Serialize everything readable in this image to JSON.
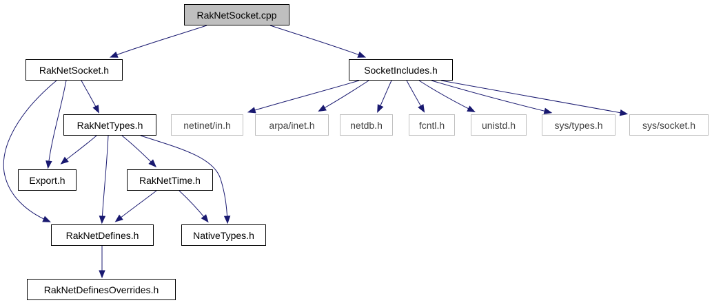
{
  "graph": {
    "nodes": [
      {
        "id": "root",
        "label": "RakNetSocket.cpp",
        "style": "root"
      },
      {
        "id": "raknetsocket_h",
        "label": "RakNetSocket.h",
        "style": "normal"
      },
      {
        "id": "socketincludes_h",
        "label": "SocketIncludes.h",
        "style": "normal"
      },
      {
        "id": "raknettypes_h",
        "label": "RakNetTypes.h",
        "style": "normal"
      },
      {
        "id": "export_h",
        "label": "Export.h",
        "style": "normal"
      },
      {
        "id": "raknettime_h",
        "label": "RakNetTime.h",
        "style": "normal"
      },
      {
        "id": "raknetdefines_h",
        "label": "RakNetDefines.h",
        "style": "normal"
      },
      {
        "id": "nativetypes_h",
        "label": "NativeTypes.h",
        "style": "normal"
      },
      {
        "id": "raknetdefinesoverrides_h",
        "label": "RakNetDefinesOverrides.h",
        "style": "normal"
      },
      {
        "id": "netinet_in_h",
        "label": "netinet/in.h",
        "style": "external"
      },
      {
        "id": "arpa_inet_h",
        "label": "arpa/inet.h",
        "style": "external"
      },
      {
        "id": "netdb_h",
        "label": "netdb.h",
        "style": "external"
      },
      {
        "id": "fcntl_h",
        "label": "fcntl.h",
        "style": "external"
      },
      {
        "id": "unistd_h",
        "label": "unistd.h",
        "style": "external"
      },
      {
        "id": "sys_types_h",
        "label": "sys/types.h",
        "style": "external"
      },
      {
        "id": "sys_socket_h",
        "label": "sys/socket.h",
        "style": "external"
      }
    ],
    "edges": [
      {
        "from": "root",
        "to": "raknetsocket_h"
      },
      {
        "from": "root",
        "to": "socketincludes_h"
      },
      {
        "from": "raknetsocket_h",
        "to": "raknettypes_h"
      },
      {
        "from": "raknetsocket_h",
        "to": "export_h"
      },
      {
        "from": "raknetsocket_h",
        "to": "raknetdefines_h"
      },
      {
        "from": "raknettypes_h",
        "to": "export_h"
      },
      {
        "from": "raknettypes_h",
        "to": "raknetdefines_h"
      },
      {
        "from": "raknettypes_h",
        "to": "raknettime_h"
      },
      {
        "from": "raknettypes_h",
        "to": "nativetypes_h"
      },
      {
        "from": "raknettime_h",
        "to": "raknetdefines_h"
      },
      {
        "from": "raknettime_h",
        "to": "nativetypes_h"
      },
      {
        "from": "raknetdefines_h",
        "to": "raknetdefinesoverrides_h"
      },
      {
        "from": "socketincludes_h",
        "to": "netinet_in_h"
      },
      {
        "from": "socketincludes_h",
        "to": "arpa_inet_h"
      },
      {
        "from": "socketincludes_h",
        "to": "netdb_h"
      },
      {
        "from": "socketincludes_h",
        "to": "fcntl_h"
      },
      {
        "from": "socketincludes_h",
        "to": "unistd_h"
      },
      {
        "from": "socketincludes_h",
        "to": "sys_types_h"
      },
      {
        "from": "socketincludes_h",
        "to": "sys_socket_h"
      }
    ]
  },
  "colors": {
    "edge": "#191970",
    "root_fill": "#bfbfbf",
    "root_border": "#000000",
    "normal_fill": "#ffffff",
    "normal_border": "#000000",
    "external_fill": "#ffffff",
    "external_border": "#bfbfbf",
    "external_text": "#404040",
    "text": "#000000"
  }
}
